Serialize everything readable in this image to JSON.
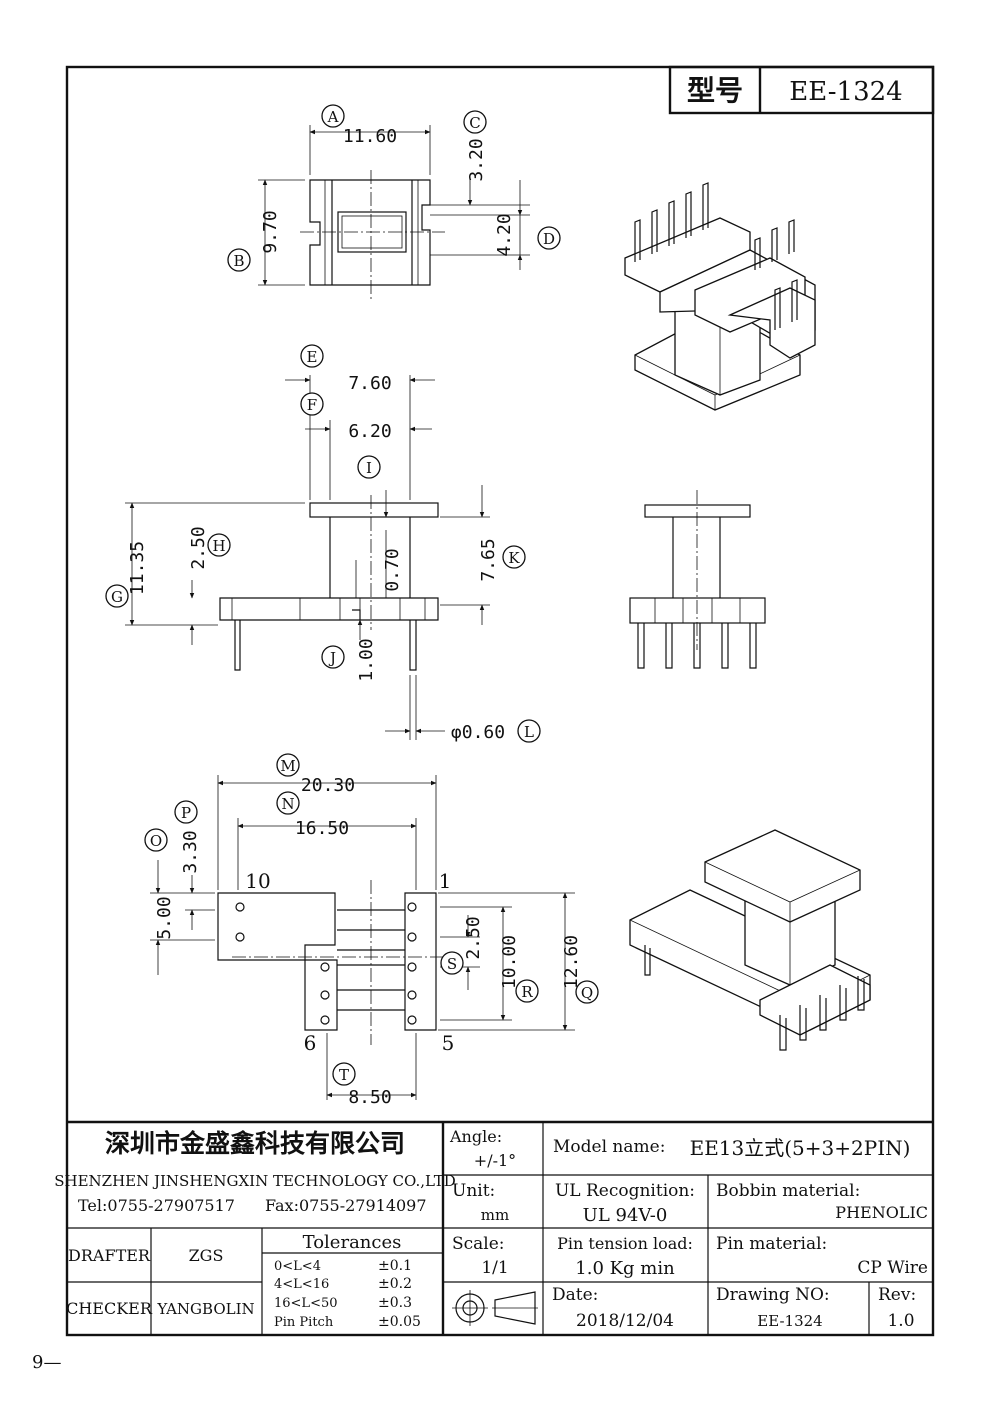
{
  "title_block": {
    "model_label": "型号",
    "model_value": "EE-1324"
  },
  "dimensions": {
    "A": "11.60",
    "B": "9.70",
    "C": "3.20",
    "D": "4.20",
    "E": "7.60",
    "F": "6.20",
    "G": "11.35",
    "H": "2.50",
    "I": "0.70",
    "J": "1.00",
    "K": "7.65",
    "L": "φ0.60",
    "M": "20.30",
    "N": "16.50",
    "O": "5.00",
    "P": "3.30",
    "Q": "12.60",
    "R": "10.00",
    "S": "2.50",
    "T": "8.50"
  },
  "callouts": [
    "A",
    "B",
    "C",
    "D",
    "E",
    "F",
    "G",
    "H",
    "I",
    "J",
    "K",
    "L",
    "M",
    "N",
    "O",
    "P",
    "Q",
    "R",
    "S",
    "T"
  ],
  "pin_labels": {
    "p10": "10",
    "p1": "1",
    "p6": "6",
    "p5": "5"
  },
  "company": {
    "name_cn": "深圳市金盛鑫科技有限公司",
    "name_en": "SHENZHEN JINSHENGXIN TECHNOLOGY CO.,LTD",
    "tel": "Tel:0755-27907517",
    "fax": "Fax:0755-27914097"
  },
  "table": {
    "angle_label": "Angle:",
    "angle_value": "+/-1°",
    "model_name_label": "Model name:",
    "model_name_value": "EE13立式(5+3+2PIN)",
    "unit_label": "Unit:",
    "unit_value": "mm",
    "ul_label": "UL Recognition:",
    "ul_value": "UL 94V-0",
    "bobbin_label": "Bobbin material:",
    "bobbin_value": "PHENOLIC",
    "drafter_label": "DRAFTER",
    "drafter_value": "ZGS",
    "checker_label": "CHECKER",
    "checker_value": "YANGBOLIN",
    "tolerances_title": "Tolerances",
    "tolerances": [
      {
        "range": "0<L<4",
        "value": "±0.1"
      },
      {
        "range": "4<L<16",
        "value": "±0.2"
      },
      {
        "range": "16<L<50",
        "value": "±0.3"
      },
      {
        "range": "Pin Pitch",
        "value": "±0.05"
      }
    ],
    "scale_label": "Scale:",
    "scale_value": "1/1",
    "pin_tension_label": "Pin tension load:",
    "pin_tension_value": "1.0 Kg min",
    "pin_material_label": "Pin material:",
    "pin_material_value": "CP Wire",
    "date_label": "Date:",
    "date_value": "2018/12/04",
    "drawing_no_label": "Drawing NO:",
    "drawing_no_value": "EE-1324",
    "rev_label": "Rev:",
    "rev_value": "1.0"
  },
  "footer_mark": "9—"
}
